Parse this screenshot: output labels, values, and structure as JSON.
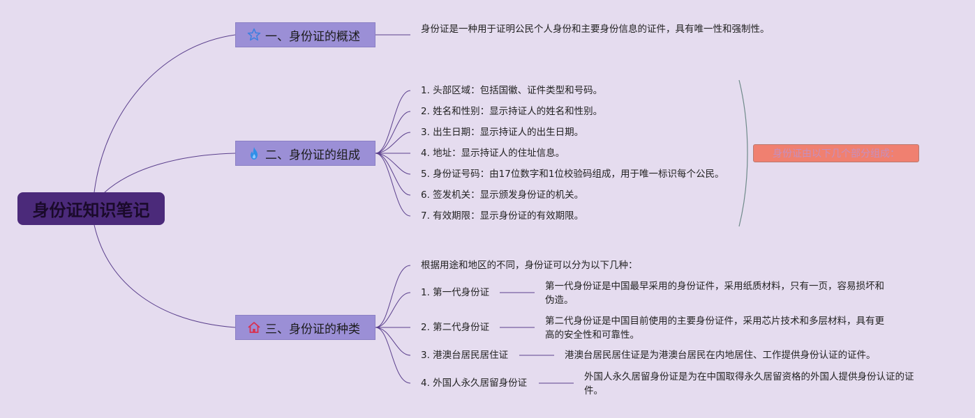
{
  "root": {
    "title": "身份证知识笔记"
  },
  "branches": [
    {
      "label": "一、身份证的概述",
      "icon": "star-icon",
      "leaves": [
        "身份证是一种用于证明公民个人身份和主要身份信息的证件，具有唯一性和强制性。"
      ]
    },
    {
      "label": "二、身份证的组成",
      "icon": "flame-icon",
      "leaves": [
        "1. 头部区域：包括国徽、证件类型和号码。",
        "2. 姓名和性别：显示持证人的姓名和性别。",
        "3. 出生日期：显示持证人的出生日期。",
        "4. 地址：显示持证人的住址信息。",
        "5. 身份证号码：由17位数字和1位校验码组成，用于唯一标识每个公民。",
        "6. 签发机关：显示颁发身份证的机关。",
        "7. 有效期限：显示身份证的有效期限。"
      ],
      "summary": "身份证由以下几个部分组成："
    },
    {
      "label": "三、身份证的种类",
      "icon": "home-icon",
      "intro": "根据用途和地区的不同，身份证可以分为以下几种：",
      "types": [
        {
          "name": "1. 第一代身份证",
          "desc": "第一代身份证是中国最早采用的身份证件，采用纸质材料，只有一页，容易损坏和伪造。"
        },
        {
          "name": "2. 第二代身份证",
          "desc": "第二代身份证是中国目前使用的主要身份证件，采用芯片技术和多层材料，具有更高的安全性和可靠性。"
        },
        {
          "name": "3. 港澳台居民居住证",
          "desc": "港澳台居民居住证是为港澳台居民在内地居住、工作提供身份认证的证件。"
        },
        {
          "name": "4. 外国人永久居留身份证",
          "desc": "外国人永久居留身份证是为在中国取得永久居留资格的外国人提供身份认证的证件。"
        }
      ]
    }
  ],
  "colors": {
    "background": "#e5dcef",
    "root": "#4b2a7a",
    "branch": "#9b8fd6",
    "line": "#5a3f8c",
    "summary": "#f08070",
    "star": "#3b7fe0",
    "flame": "#2f8fe8",
    "home": "#d9304f"
  }
}
